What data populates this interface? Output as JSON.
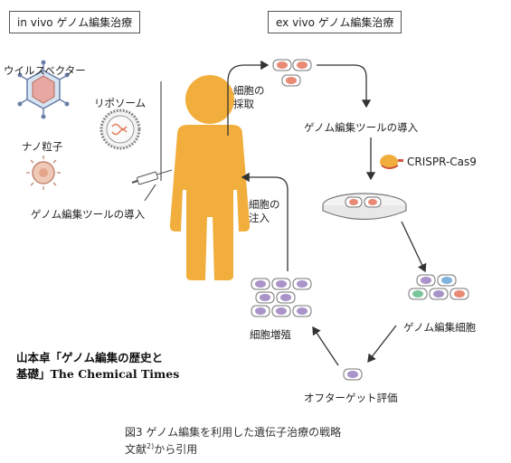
{
  "labels": {
    "in_vivo": "in vivo ゲノム編集治療",
    "ex_vivo": "ex vivo ゲノム編集治療",
    "virus_vector": "ウイルスベクター",
    "liposome": "リポソーム",
    "nanoparticle": "ナノ粒子",
    "intro_tool_left": "ゲノム編集ツールの導入",
    "cell_collect_line1": "細胞の",
    "cell_collect_line2": "採取",
    "intro_tool_right": "ゲノム編集ツールの導入",
    "crispr": "CRISPR-Cas9",
    "cell_inject_line1": "細胞の",
    "cell_inject_line2": "注入",
    "cell_proliferation": "細胞増殖",
    "edited_cell": "ゲノム編集細胞",
    "off_target": "オフターゲット評価"
  },
  "citation": {
    "line1": "山本卓「ゲノム編集の歴史と",
    "line2": "基礎」The Chemical Times"
  },
  "caption": {
    "line1": "図3 ゲノム編集を利用した遺伝子治療の戦略",
    "line2_prefix": "文献",
    "line2_sup": "2)",
    "line2_suffix": "から引用"
  },
  "colors": {
    "body": "#f2ae3d",
    "cell_red": "#e98a75",
    "cell_purple": "#a993c9",
    "cell_green": "#7bc59a",
    "cell_blue": "#7fb3dd",
    "arrow": "#333333"
  }
}
